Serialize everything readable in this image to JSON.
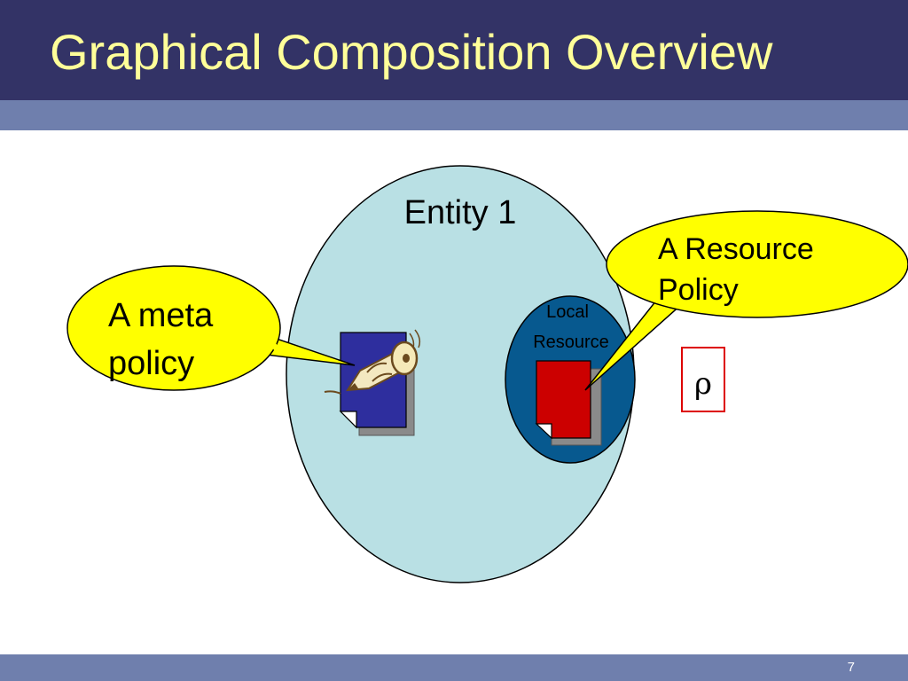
{
  "slide": {
    "title": "Graphical Composition Overview",
    "page_number": "7"
  },
  "diagram": {
    "entity_label": "Entity 1",
    "local_resource": {
      "line1": "Local",
      "line2": "Resource"
    },
    "meta_policy_callout": {
      "line1": "A meta",
      "line2": "policy"
    },
    "resource_policy_callout": {
      "line1": "A Resource",
      "line2": "Policy"
    },
    "rho_symbol": "ρ",
    "icons": [
      "document-pencil-icon",
      "red-document-icon"
    ]
  },
  "colors": {
    "title_bar": "#333366",
    "title_text": "#ffff99",
    "accent_bar": "#6f7fad",
    "entity_fill": "#b9e0e4",
    "local_resource_fill": "#07598f",
    "callout_fill": "#ffff00",
    "meta_doc": "#2e2e9e",
    "resource_doc": "#cc0000"
  }
}
